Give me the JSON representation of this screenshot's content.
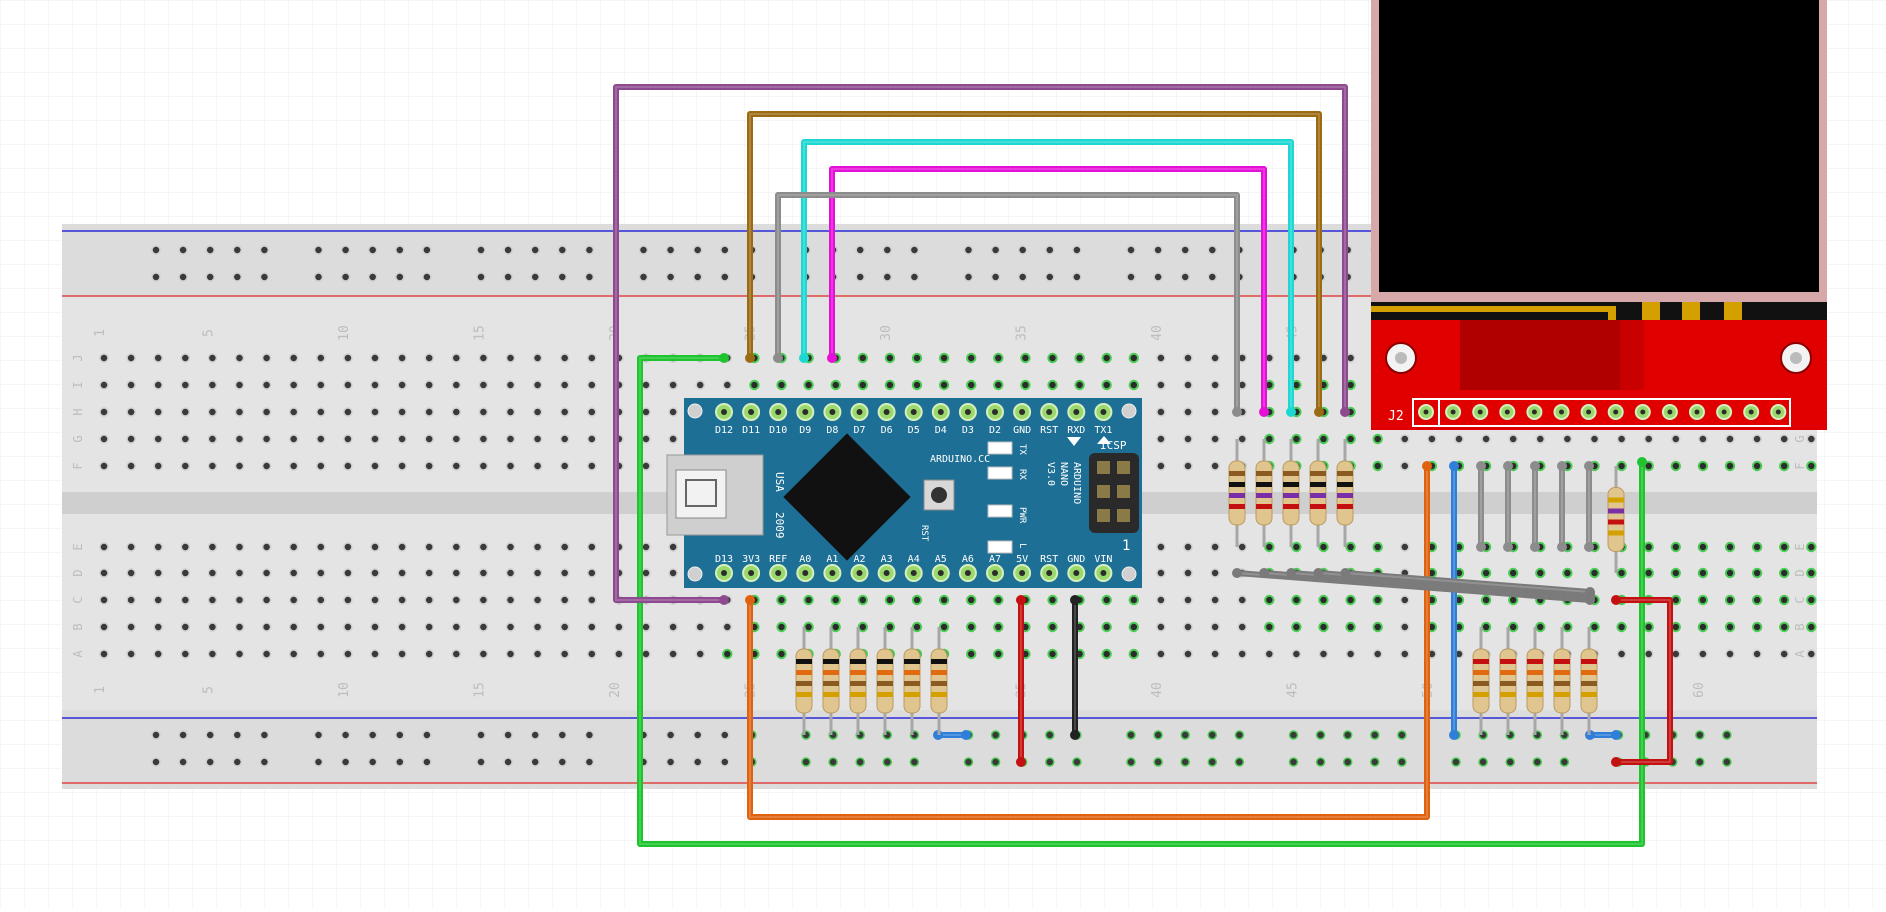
{
  "breadboard": {
    "column_numbers": [
      "1",
      "5",
      "10",
      "15",
      "20",
      "25",
      "30",
      "35",
      "40",
      "45",
      "50",
      "55",
      "60"
    ],
    "row_letters_top": [
      "J",
      "I",
      "H",
      "G",
      "F"
    ],
    "row_letters_bottom": [
      "E",
      "D",
      "C",
      "B",
      "A"
    ]
  },
  "arduino": {
    "model_lines": [
      "ARDUINO",
      "NANO",
      "V3.0"
    ],
    "brand": "ARDUINO.CC",
    "top_pins": [
      "D12",
      "D11",
      "D10",
      "D9",
      "D8",
      "D7",
      "D6",
      "D5",
      "D4",
      "D3",
      "D2",
      "GND",
      "RST",
      "RXD",
      "TX1"
    ],
    "bottom_pins": [
      "D13",
      "3V3",
      "REF",
      "A0",
      "A1",
      "A2",
      "A3",
      "A4",
      "A5",
      "A6",
      "A7",
      "5V",
      "RST",
      "GND",
      "VIN"
    ],
    "usb_label": "USA",
    "year": "2009",
    "icsp_label": "ICSP",
    "icsp_number": "1",
    "reset_label": "RST",
    "led_labels": [
      "TX",
      "RX",
      "PWR",
      "L"
    ]
  },
  "display": {
    "header_label": "J2"
  },
  "colors": {
    "purple": "#8e4a8e",
    "brown": "#9b6b14",
    "cyan": "#1dd7d2",
    "magenta": "#e60fd8",
    "gray": "#8c8c8c",
    "green": "#1ec42e",
    "orange": "#e0620f",
    "red": "#c41010",
    "black": "#222222",
    "blue": "#2f7ed8",
    "nano_board": "#1e6f95",
    "display_pcb": "#e00000"
  }
}
